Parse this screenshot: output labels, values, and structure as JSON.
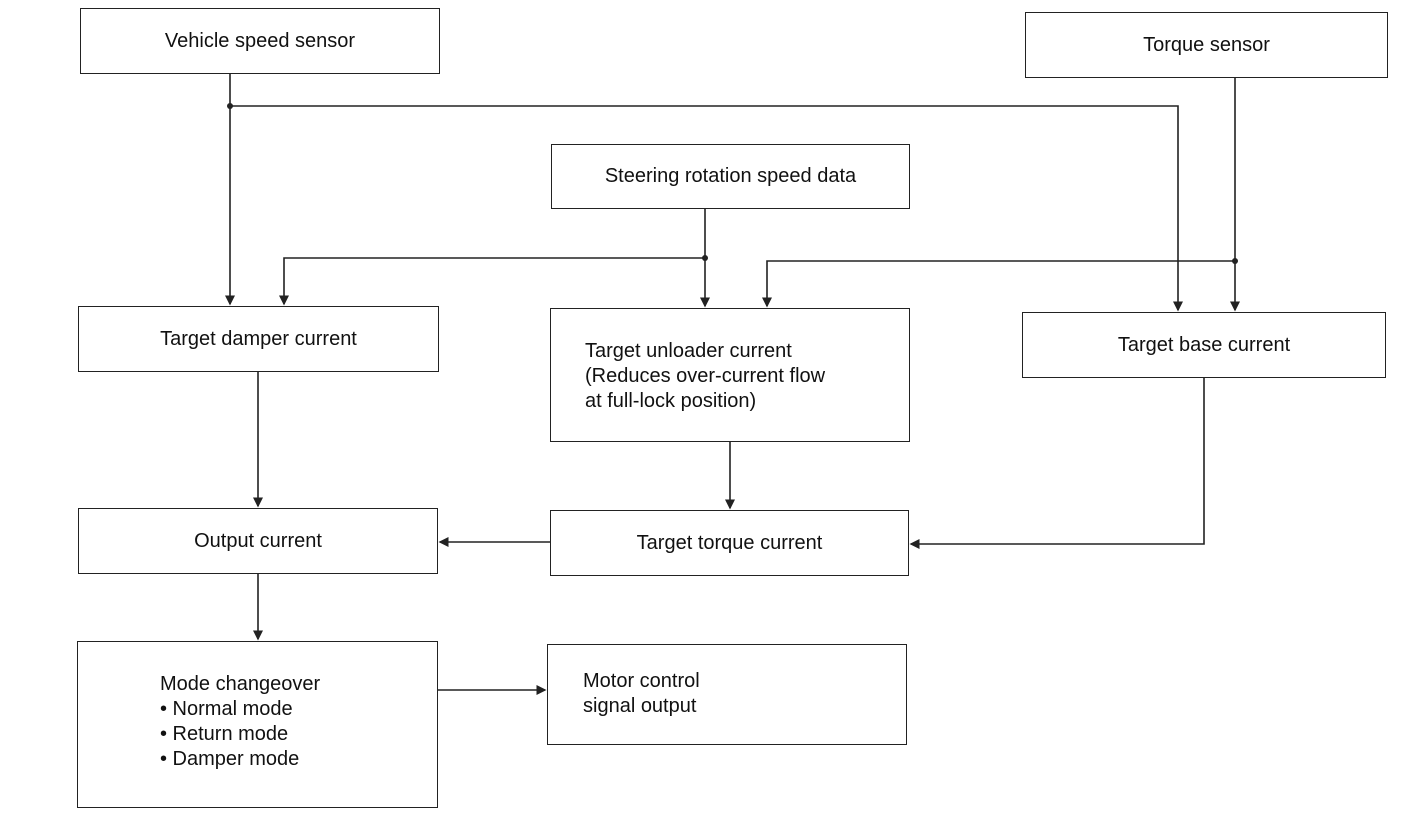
{
  "diagram": {
    "nodes": {
      "vehicle_speed_sensor": {
        "label": "Vehicle speed sensor"
      },
      "torque_sensor": {
        "label": "Torque sensor"
      },
      "steering_rotation_speed_data": {
        "label": "Steering rotation speed data"
      },
      "target_damper_current": {
        "label": "Target damper current"
      },
      "target_unloader_current": {
        "lines": [
          "Target unloader current",
          "(Reduces over-current flow",
          "at full-lock position)"
        ]
      },
      "target_base_current": {
        "label": "Target base current"
      },
      "output_current": {
        "label": "Output current"
      },
      "target_torque_current": {
        "label": "Target torque current"
      },
      "mode_changeover": {
        "lines": [
          "Mode changeover",
          "• Normal mode",
          "• Return mode",
          "• Damper mode"
        ]
      },
      "motor_control_signal_output": {
        "lines": [
          "Motor control",
          "signal output"
        ]
      }
    },
    "edges": [
      {
        "from": "vehicle_speed_sensor",
        "to": "target_damper_current"
      },
      {
        "from": "vehicle_speed_sensor",
        "to": "target_base_current"
      },
      {
        "from": "steering_rotation_speed_data",
        "to": "target_damper_current"
      },
      {
        "from": "steering_rotation_speed_data",
        "to": "target_unloader_current"
      },
      {
        "from": "torque_sensor",
        "to": "target_unloader_current"
      },
      {
        "from": "torque_sensor",
        "to": "target_base_current"
      },
      {
        "from": "target_damper_current",
        "to": "output_current"
      },
      {
        "from": "target_unloader_current",
        "to": "target_torque_current"
      },
      {
        "from": "target_base_current",
        "to": "target_torque_current"
      },
      {
        "from": "target_torque_current",
        "to": "output_current"
      },
      {
        "from": "output_current",
        "to": "mode_changeover"
      },
      {
        "from": "mode_changeover",
        "to": "motor_control_signal_output"
      }
    ],
    "colors": {
      "line": "#222222",
      "background": "#ffffff"
    }
  }
}
